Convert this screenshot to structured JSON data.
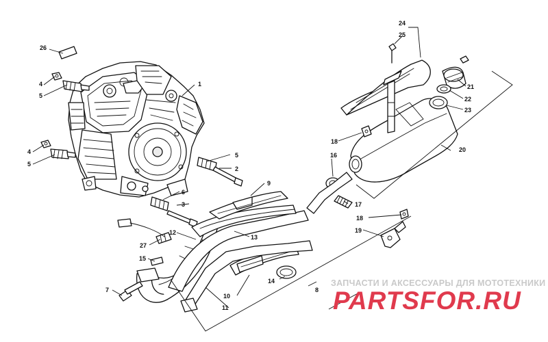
{
  "callouts": {
    "c1": "1",
    "c2": "2",
    "c3": "3",
    "c4a": "4",
    "c4b": "4",
    "c5a": "5",
    "c5b": "5",
    "c5c": "5",
    "c6": "6",
    "c7": "7",
    "c8": "8",
    "c9": "9",
    "c10": "10",
    "c11": "11",
    "c12": "12",
    "c13": "13",
    "c14": "14",
    "c15": "15",
    "c16": "16",
    "c17": "17",
    "c18a": "18",
    "c18b": "18",
    "c19": "19",
    "c20": "20",
    "c21": "21",
    "c22": "22",
    "c23": "23",
    "c24": "24",
    "c25": "25",
    "c26": "26",
    "c27": "27"
  },
  "watermark": {
    "subtitle": "ЗАПЧАСТИ И АКСЕССУАРЫ ДЛЯ МОТОТЕХНИКИ",
    "brand": "PARTSFOR.RU",
    "color": "#e03a4d",
    "subtitle_color": "#c9c9c9"
  },
  "colors": {
    "line": "#111111",
    "background": "#ffffff"
  }
}
